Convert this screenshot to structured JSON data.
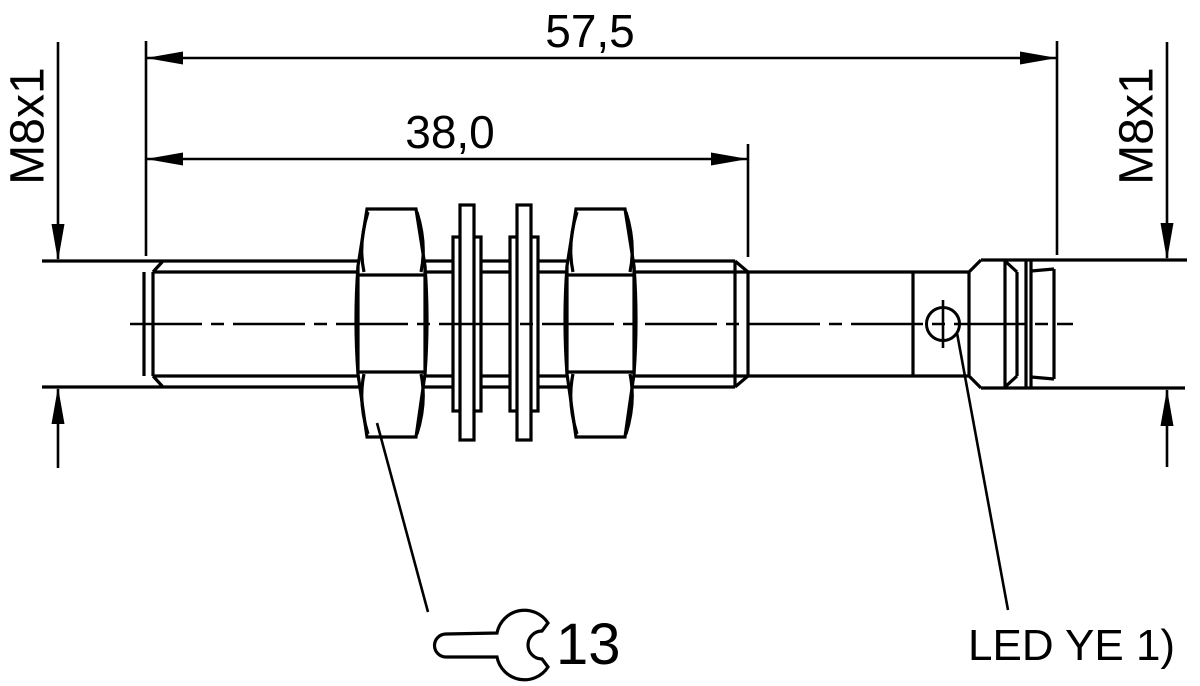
{
  "drawing": {
    "kind": "technical-dimension-drawing",
    "dimensions": {
      "total_length": {
        "label": "57,5"
      },
      "thread_length": {
        "label": "38,0"
      },
      "thread_size_left": {
        "label": "M8x1"
      },
      "thread_size_right": {
        "label": "M8x1"
      }
    },
    "annotations": {
      "wrench_size": {
        "label": "13"
      },
      "led": {
        "label": "LED YE 1)"
      }
    },
    "icons": {
      "wrench_icon": "open-end-spanner-symbol",
      "led_indicator": "crosshair-circle"
    },
    "colors": {
      "line": "#000000",
      "background": "#ffffff"
    }
  }
}
